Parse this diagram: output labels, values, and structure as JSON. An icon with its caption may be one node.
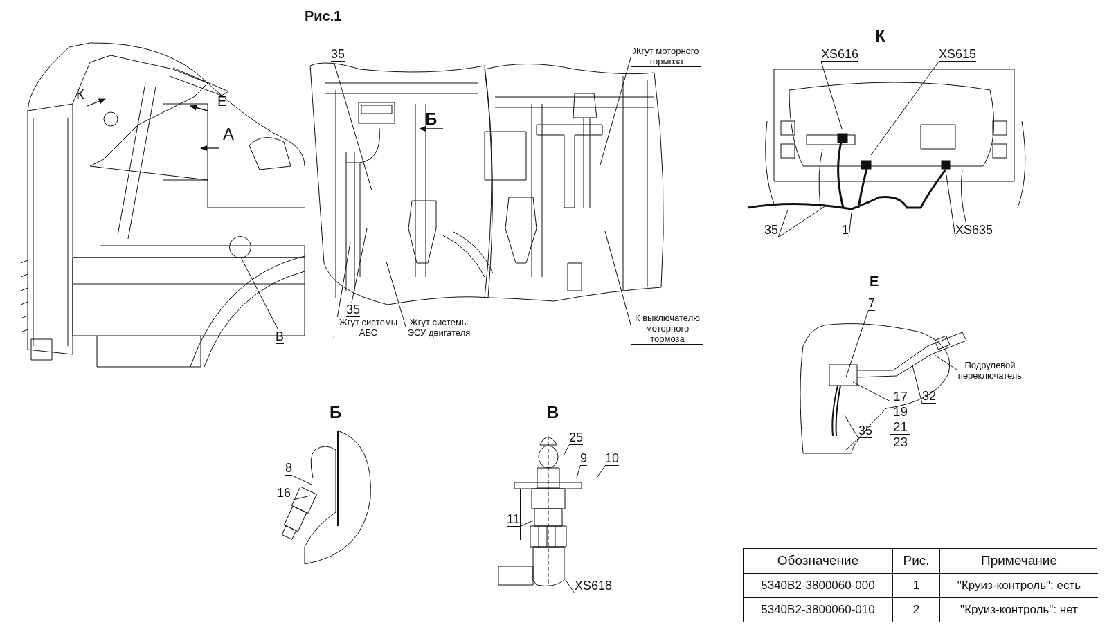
{
  "diagram": {
    "title": "Рис.1",
    "nodes": [
      {
        "text": [
          "35"
        ]
      },
      {
        "text": [
          "35"
        ]
      },
      {
        "text": [
          "Жгут системы АБС"
        ]
      },
      {
        "text": [
          "Жгут системы ЭСУ двигателя"
        ]
      },
      {
        "text": [
          "Жгут моторного тормоза"
        ]
      },
      {
        "text": [
          "К выключателю моторного тормоза"
        ]
      },
      {
        "text": [
          "В"
        ]
      },
      {
        "text": [],
        "shape": "circle"
      },
      {
        "text": [
          "XS616"
        ]
      },
      {
        "text": [
          "XS615"
        ]
      },
      {
        "text": [
          "35"
        ]
      },
      {
        "text": [
          "1"
        ]
      },
      {
        "text": [
          "XS635"
        ]
      },
      {
        "text": [
          "7"
        ]
      },
      {
        "text": [
          "Подрулевой переключатель"
        ]
      },
      {
        "text": [
          "32"
        ]
      },
      {
        "text": [
          "17",
          "19",
          "21",
          "23"
        ]
      },
      {
        "text": [
          "35"
        ]
      },
      {
        "text": [
          "8"
        ]
      },
      {
        "text": [
          "16"
        ]
      },
      {
        "text": [
          "25"
        ]
      },
      {
        "text": [
          "9"
        ]
      },
      {
        "text": [
          "10"
        ]
      },
      {
        "text": [
          "11"
        ]
      },
      {
        "text": [
          "XS618"
        ]
      }
    ],
    "edges": [
      {
        "from": 0,
        "to": null,
        "arrow": "none"
      },
      {
        "from": 1,
        "to": null,
        "arrow": "none"
      },
      {
        "from": 2,
        "to": null,
        "arrow": "none"
      },
      {
        "from": 3,
        "to": null,
        "arrow": "none"
      },
      {
        "from": 4,
        "to": null,
        "arrow": "none"
      },
      {
        "from": 5,
        "to": null,
        "arrow": "none"
      },
      {
        "from": 6,
        "to": 7,
        "arrow": "none"
      },
      {
        "from": 8,
        "to": null,
        "arrow": "none"
      },
      {
        "from": 9,
        "to": null,
        "arrow": "none"
      },
      {
        "from": 10,
        "to": null,
        "arrow": "none"
      },
      {
        "from": 10,
        "to": null,
        "arrow": "none"
      },
      {
        "from": 11,
        "to": null,
        "arrow": "none"
      },
      {
        "from": 12,
        "to": null,
        "arrow": "none"
      },
      {
        "from": 13,
        "to": null,
        "arrow": "none"
      },
      {
        "from": 14,
        "to": null,
        "arrow": "none"
      },
      {
        "from": 15,
        "to": null,
        "arrow": "none"
      },
      {
        "from": 16,
        "to": null,
        "arrow": "none"
      },
      {
        "from": 17,
        "to": null,
        "arrow": "none"
      },
      {
        "from": 17,
        "to": null,
        "arrow": "none"
      },
      {
        "from": 18,
        "to": null,
        "arrow": "none"
      },
      {
        "from": 19,
        "to": null,
        "arrow": "none"
      },
      {
        "from": 20,
        "to": null,
        "arrow": "none"
      },
      {
        "from": 21,
        "to": null,
        "arrow": "none"
      },
      {
        "from": 22,
        "to": null,
        "arrow": "none"
      },
      {
        "from": 23,
        "to": null,
        "arrow": "none"
      },
      {
        "from": 24,
        "to": null,
        "arrow": "none"
      }
    ],
    "labels": [
      "К",
      "К",
      "Е",
      "Б",
      "А",
      "Е",
      "Б",
      "В",
      "Обозначение",
      "Рис.",
      "Примечание",
      "5340В2-3800060-000",
      "1",
      "\"Круиз-контроль\": есть",
      "5340В2-3800060-010",
      "2",
      "\"Круиз-контроль\": нет"
    ]
  }
}
